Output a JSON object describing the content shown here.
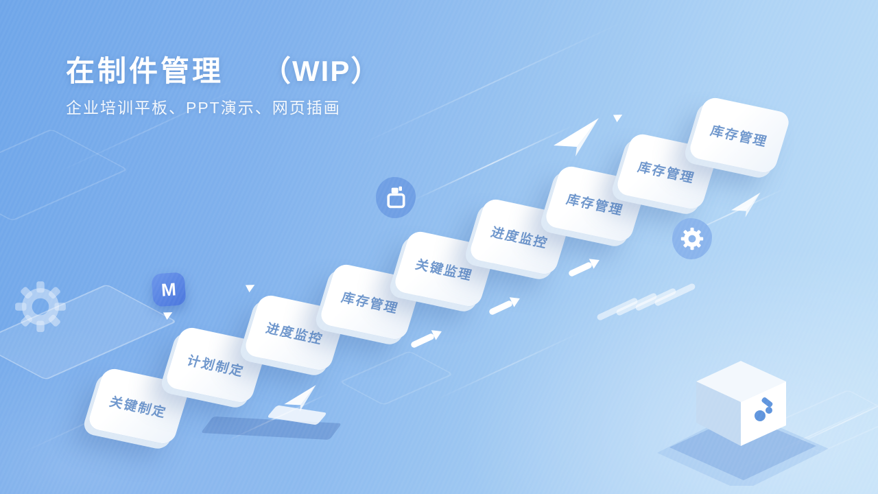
{
  "slide": {
    "title": "在制件管理",
    "title_suffix": "（WIP）",
    "subtitle": "企业培训平板、PPT演示、网页插画"
  },
  "steps": [
    {
      "label": "关键制定"
    },
    {
      "label": "计划制定"
    },
    {
      "label": "进度监控"
    },
    {
      "label": "库存管理"
    },
    {
      "label": "关键监理"
    },
    {
      "label": "进度监控"
    },
    {
      "label": "库存管理"
    },
    {
      "label": "库存管理"
    },
    {
      "label": "库存管理"
    }
  ],
  "icons": {
    "badge_monogram": "M",
    "badge": "m-monogram-badge",
    "device": "camera-device",
    "gear_blob": "gear",
    "gear_decor": "gear-outline",
    "arrows": [
      "big-arrow",
      "paper-plane",
      "paper-plane",
      "dash-arrow",
      "dash-arrow",
      "dash-arrow"
    ],
    "illustration": "isometric-box"
  },
  "colors": {
    "bg_top_left": "#6fa6e9",
    "bg_bottom_right": "#bfdff8",
    "card_face": "#ffffff",
    "card_side": "#dde9f6",
    "card_text": "#6e96cc",
    "badge_blue": "#4a76dd",
    "blob_blue": "#6f9fe4",
    "title_text": "#ffffff"
  }
}
